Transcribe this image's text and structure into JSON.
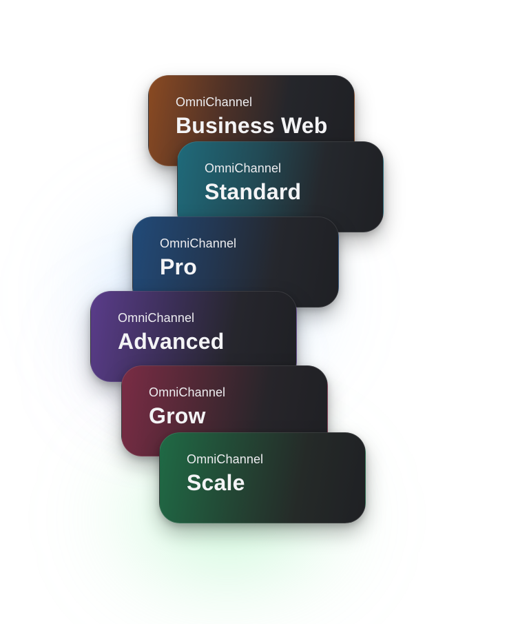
{
  "cards": [
    {
      "brand": "OmniChannel",
      "name": "Business Web",
      "accent": "#8a4a22"
    },
    {
      "brand": "OmniChannel",
      "name": "Standard",
      "accent": "#1f6a7a"
    },
    {
      "brand": "OmniChannel",
      "name": "Pro",
      "accent": "#214a78"
    },
    {
      "brand": "OmniChannel",
      "name": "Advanced",
      "accent": "#5a3c8a"
    },
    {
      "brand": "OmniChannel",
      "name": "Grow",
      "accent": "#7a2c45"
    },
    {
      "brand": "OmniChannel",
      "name": "Scale",
      "accent": "#1f6a45"
    }
  ]
}
